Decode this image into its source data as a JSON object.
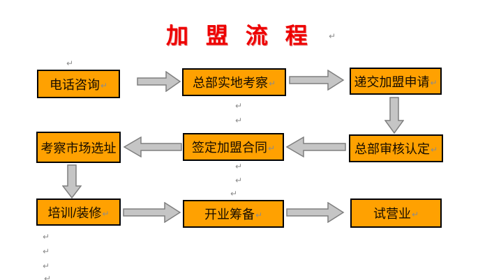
{
  "title": {
    "text": "加 盟 流 程"
  },
  "marks": {
    "paragraph_mark": "↵"
  },
  "colors": {
    "node_fill": "#FFA101",
    "node_border": "#000000",
    "arrow_fill": "#C5C5C5",
    "arrow_border": "#7F7F7F",
    "title_color": "#EE0000",
    "mark_gray": "#8C8C8C"
  },
  "nodes": [
    {
      "id": "phone-consult",
      "label": "电话咨询"
    },
    {
      "id": "hq-site-visit",
      "label": "总部实地考察"
    },
    {
      "id": "submit-application",
      "label": "递交加盟申请"
    },
    {
      "id": "hq-review",
      "label": "总部审核认定"
    },
    {
      "id": "sign-contract",
      "label": "签定加盟合同"
    },
    {
      "id": "market-site-survey",
      "label": "考察市场选址"
    },
    {
      "id": "training-decoration",
      "label": "培训/装修"
    },
    {
      "id": "opening-preparation",
      "label": "开业筹备"
    },
    {
      "id": "trial-operation",
      "label": "试营业"
    }
  ],
  "edges": [
    {
      "from": "电话咨询",
      "to": "总部实地考察",
      "direction": "right"
    },
    {
      "from": "总部实地考察",
      "to": "递交加盟申请",
      "direction": "right"
    },
    {
      "from": "递交加盟申请",
      "to": "总部审核认定",
      "direction": "down"
    },
    {
      "from": "总部审核认定",
      "to": "签定加盟合同",
      "direction": "left"
    },
    {
      "from": "签定加盟合同",
      "to": "考察市场选址",
      "direction": "left"
    },
    {
      "from": "考察市场选址",
      "to": "培训/装修",
      "direction": "down"
    },
    {
      "from": "培训/装修",
      "to": "开业筹备",
      "direction": "right"
    },
    {
      "from": "开业筹备",
      "to": "试营业",
      "direction": "right"
    }
  ]
}
